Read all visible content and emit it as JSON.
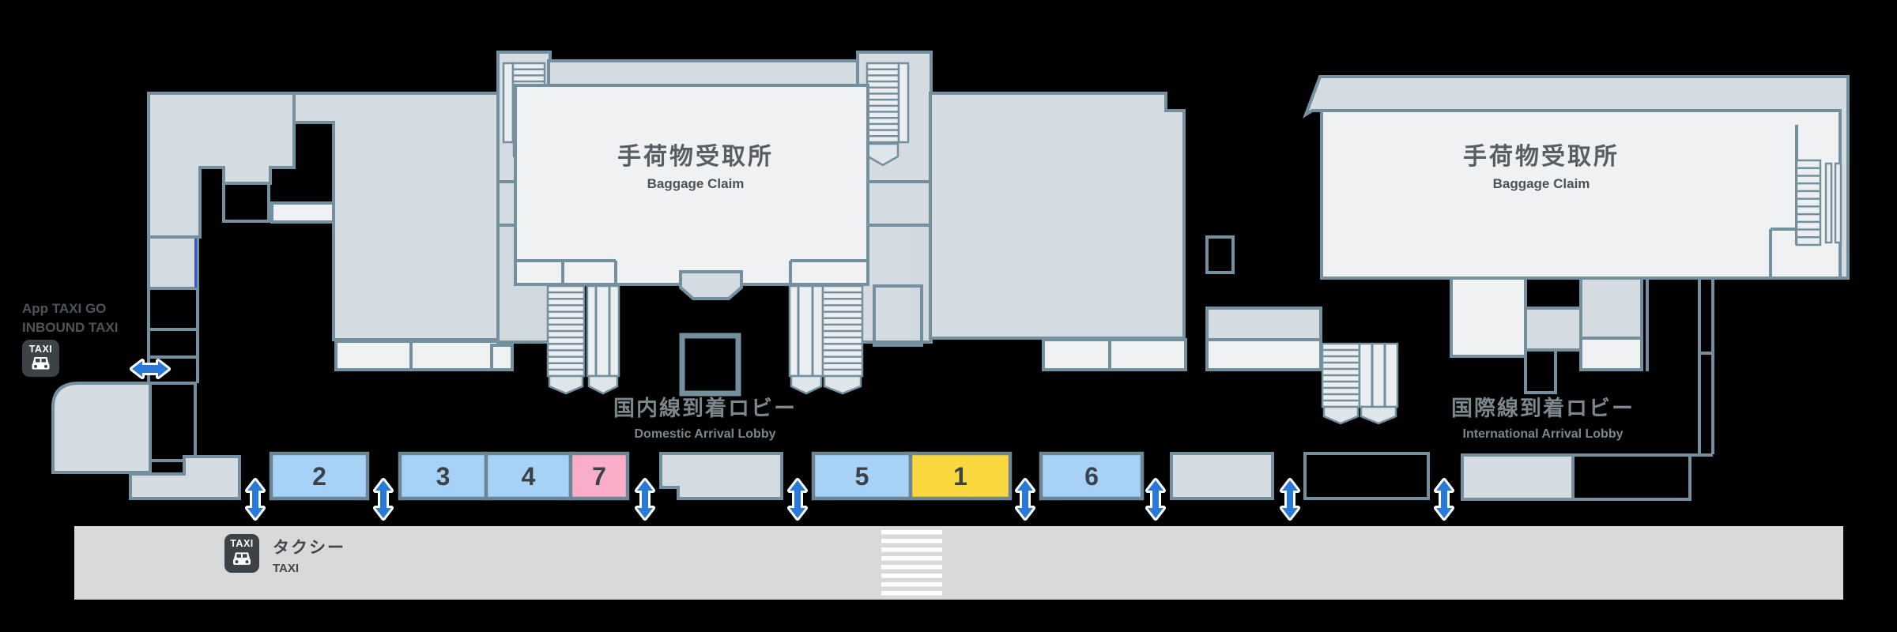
{
  "legend": {
    "app_taxi": {
      "line1": "App TAXI GO",
      "line2": "INBOUND TAXI"
    },
    "taxi_badge_text": "TAXI"
  },
  "areas": {
    "domestic_baggage": {
      "jp": "手荷物受取所",
      "en": "Baggage Claim"
    },
    "international_baggage": {
      "jp": "手荷物受取所",
      "en": "Baggage Claim"
    },
    "domestic_lobby": {
      "jp": "国内線到着ロビー",
      "en": "Domestic Arrival Lobby"
    },
    "international_lobby": {
      "jp": "国際線到着ロビー",
      "en": "International Arrival Lobby"
    }
  },
  "road": {
    "taxi_stop": {
      "jp": "タクシー",
      "en": "TAXI"
    }
  },
  "stands": [
    {
      "label": "2",
      "color": "blue"
    },
    {
      "label": "3",
      "color": "blue"
    },
    {
      "label": "4",
      "color": "blue"
    },
    {
      "label": "7",
      "color": "pink"
    },
    {
      "label": "5",
      "color": "blue"
    },
    {
      "label": "1",
      "color": "yellow"
    },
    {
      "label": "6",
      "color": "blue"
    }
  ],
  "colors": {
    "stand_blue": "#a6d2f8",
    "stand_pink": "#f8aec8",
    "stand_yellow": "#f8d83e",
    "arrow_blue": "#2979d9",
    "wall": "#74909f",
    "floor": "#d4dce1",
    "room": "#f0f1f2",
    "road": "#d9d9d9",
    "badge_bg": "#3c4246",
    "number_text": "#3a4149"
  }
}
